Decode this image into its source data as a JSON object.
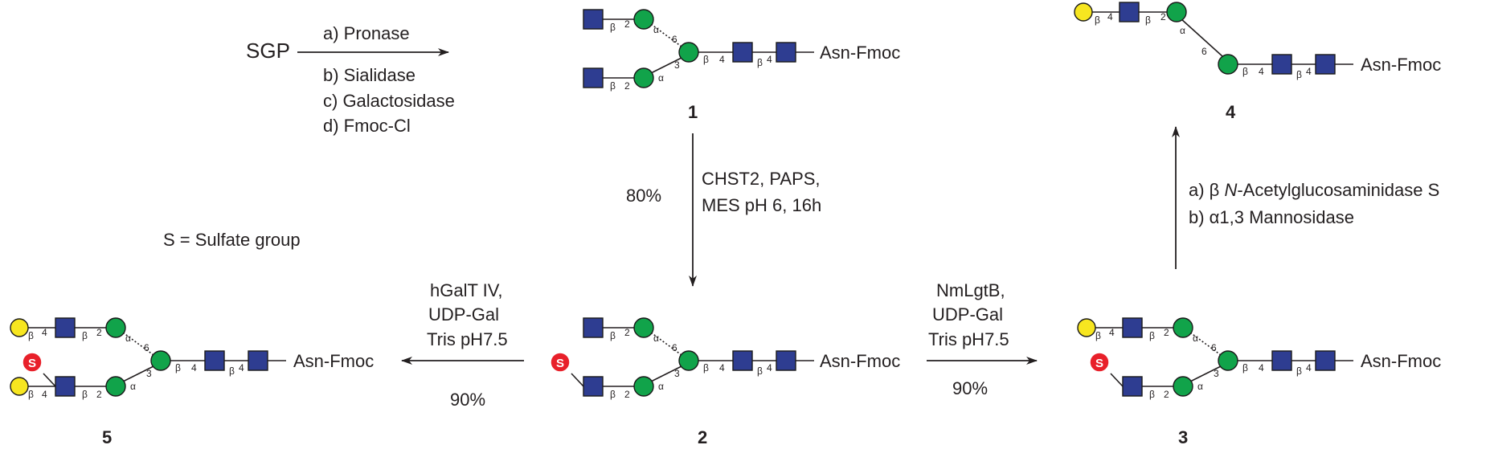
{
  "start_material": "SGP",
  "legend": "S = Sulfate group",
  "substituent": "Asn-Fmoc",
  "sulfate_symbol": "S",
  "steps": {
    "to1": [
      "a) Pronase",
      "b) Sialidase",
      "c) Galactosidase",
      "d) Fmoc-Cl"
    ],
    "to2": {
      "yield": "80%",
      "lines": [
        "CHST2, PAPS,",
        "MES pH 6, 16h"
      ]
    },
    "to3": {
      "yield": "90%",
      "lines": [
        "NmLgtB,",
        "UDP-Gal",
        "Tris pH7.5"
      ]
    },
    "to5": {
      "yield": "90%",
      "lines": [
        "hGalT IV,",
        "UDP-Gal",
        "Tris pH7.5"
      ]
    },
    "to4": {
      "line1": {
        "prefix": "a) β ",
        "italic": "N",
        "suffix": "-Acetylglucosaminidase S"
      },
      "line2": "b) α1,3 Mannosidase"
    }
  },
  "compounds": [
    "1",
    "2",
    "3",
    "4",
    "5"
  ],
  "linkages": {
    "b": "β",
    "a": "α",
    "two": "2",
    "three": "3",
    "four": "4",
    "six": "6"
  },
  "colors": {
    "glcnac_square": "#2e3d91",
    "mannose_circle": "#11a34a",
    "galactose_circle": "#f7e620",
    "sulfate": "#e8202a"
  }
}
